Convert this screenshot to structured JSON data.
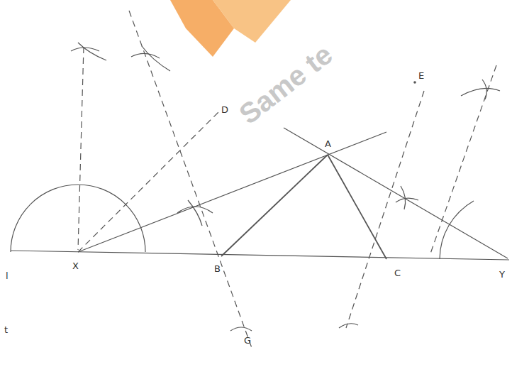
{
  "diagram": {
    "labels": [
      "Same te",
      "D",
      "A",
      "E",
      "X",
      "B",
      "C",
      "Y",
      "l",
      "G",
      "t"
    ]
  }
}
